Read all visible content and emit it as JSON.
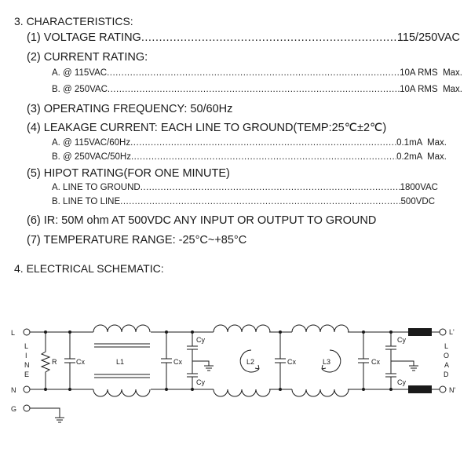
{
  "sections": {
    "characteristics_title": "3. CHARACTERISTICS:",
    "schematic_title": "4. ELECTRICAL SCHEMATIC:"
  },
  "specs": {
    "voltage": {
      "label": "(1) VOLTAGE RATING",
      "value": "115/250VAC"
    },
    "current": {
      "label": "(2) CURRENT RATING:",
      "a": {
        "label": "A. @ 115VAC",
        "value": "10A RMS  Max."
      },
      "b": {
        "label": "B. @ 250VAC",
        "value": "10A RMS  Max."
      }
    },
    "frequency": "(3) OPERATING FREQUENCY: 50/60Hz",
    "leakage": {
      "label": "(4) LEAKAGE CURRENT: EACH LINE TO GROUND(TEMP:25℃±2℃)",
      "a": {
        "label": "A. @ 115VAC/60Hz",
        "value": "0.1mA  Max."
      },
      "b": {
        "label": "B. @ 250VAC/50Hz",
        "value": "0.2mA  Max."
      }
    },
    "hipot": {
      "label": "(5) HIPOT RATING(FOR ONE MINUTE)",
      "a": {
        "label": "A. LINE TO GROUND",
        "value": "1800VAC"
      },
      "b": {
        "label": "B. LINE TO LINE",
        "value": "500VDC"
      }
    },
    "ir": "(6) IR: 50M ohm AT 500VDC ANY INPUT OR OUTPUT TO GROUND",
    "temperature": "(7) TEMPERATURE RANGE: -25°C~+85°C"
  },
  "schematic": {
    "terminals": {
      "l": "L",
      "n": "N",
      "g": "G",
      "l_out": "L'",
      "n_out": "N'"
    },
    "side_left": [
      "L",
      "I",
      "N",
      "E"
    ],
    "side_right": [
      "L",
      "O",
      "A",
      "D"
    ],
    "labels": {
      "r": "R",
      "cx1": "Cx",
      "l1": "L1",
      "cx2": "Cx",
      "cy1": "Cy",
      "cy2": "Cy",
      "l2": "L2",
      "cx3": "Cx",
      "l3": "L3",
      "cx4": "Cx",
      "cy3": "Cy",
      "cy4": "Cy"
    }
  }
}
